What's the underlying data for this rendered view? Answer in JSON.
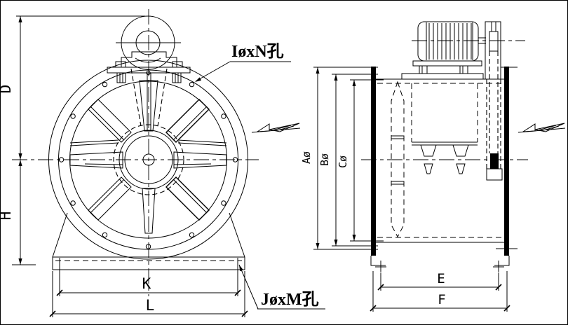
{
  "drawing": {
    "type": "technical-dimension-drawing",
    "subject": "axial flow fan, two orthographic views",
    "colors": {
      "line": "#000000",
      "background": "#ffffff"
    },
    "front_view": {
      "dims": {
        "d": "D",
        "h": "H",
        "k": "K",
        "l": "L"
      },
      "flange_hole_label": "IøxN孔",
      "base_hole_label": "JøxM孔"
    },
    "side_view": {
      "dims": {
        "a": "Aø",
        "b": "Bø",
        "c": "Cø",
        "e": "E",
        "f": "F"
      }
    },
    "icons": {
      "airflow_direction": "airflow-direction-icon"
    }
  }
}
